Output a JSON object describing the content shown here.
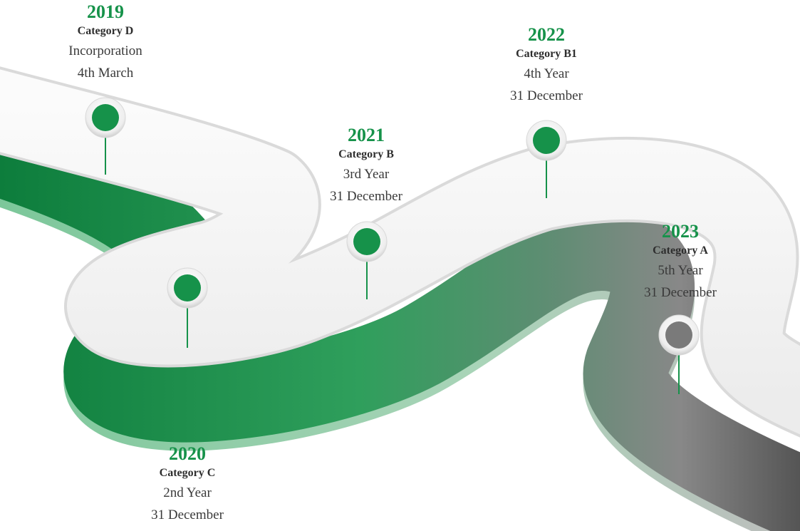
{
  "colors": {
    "accent": "#16924a",
    "inactive": "#7a7a7a"
  },
  "milestones": [
    {
      "year": "2019",
      "category": "Category D",
      "line1": "Incorporation",
      "line2": "4th March",
      "status": "active"
    },
    {
      "year": "2020",
      "category": "Category C",
      "line1": "2nd Year",
      "line2": "31 December",
      "status": "active"
    },
    {
      "year": "2021",
      "category": "Category B",
      "line1": "3rd Year",
      "line2": "31 December",
      "status": "active"
    },
    {
      "year": "2022",
      "category": "Category B1",
      "line1": "4th Year",
      "line2": "31 December",
      "status": "active"
    },
    {
      "year": "2023",
      "category": "Category A",
      "line1": "5th Year",
      "line2": "31 December",
      "status": "inactive"
    }
  ]
}
